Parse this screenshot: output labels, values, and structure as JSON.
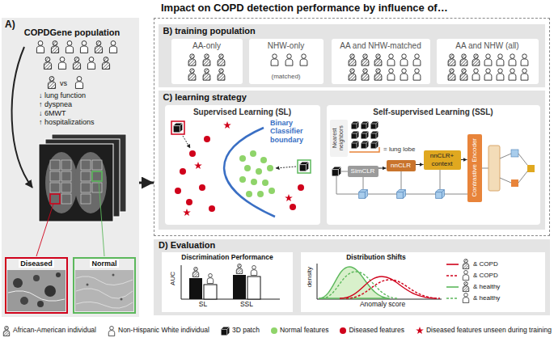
{
  "diagram": {
    "nodes": [
      {
        "text": [
          "A)",
          "COPDGene population"
        ]
      },
      {
        "text": [
          "Diseased"
        ],
        "in": 0
      },
      {
        "text": [
          "Normal"
        ],
        "in": 0
      },
      {
        "text": [
          "Impact on COPD detection performance by influence of…"
        ]
      },
      {
        "text": [
          "B) training population"
        ],
        "in": 3
      },
      {
        "text": [
          "AA-only"
        ],
        "in": 4
      },
      {
        "text": [
          "NHW-only",
          "(matched)"
        ],
        "in": 4
      },
      {
        "text": [
          "AA and NHW-matched"
        ],
        "in": 4
      },
      {
        "text": [
          "AA and NHW (all)"
        ],
        "in": 4
      },
      {
        "text": [
          "C) learning strategy"
        ],
        "in": 3
      },
      {
        "text": [
          "Supervised Learning (SL)"
        ],
        "in": 9
      },
      {
        "text": [
          "Self-supervised Learning (SSL)"
        ],
        "in": 9
      },
      {
        "text": [
          "Nearest neighbors"
        ],
        "in": 11
      },
      {
        "text": [
          "SimCLR"
        ],
        "in": 11
      },
      {
        "text": [
          "nnCLR"
        ],
        "in": 11
      },
      {
        "text": [
          "nnCLR+ context"
        ],
        "in": 11
      },
      {
        "text": [
          "Contrastive Encoder"
        ],
        "in": 11
      },
      {
        "text": [
          "D) Evaluation"
        ]
      }
    ],
    "edges": [
      {
        "from": 0,
        "to": 3,
        "arrow": "to"
      },
      {
        "from": 13,
        "to": 14,
        "arrow": "to"
      },
      {
        "from": 14,
        "to": 15,
        "arrow": "to"
      },
      {
        "from": 15,
        "to": 16,
        "arrow": "to"
      }
    ],
    "labels": [
      "vs",
      "↓ lung function",
      "↑ dyspnea",
      "↓ 6MWT",
      "↑ hospitalizations",
      "Binary Classifier boundary",
      "= lung lobe",
      "Discrimination Performance",
      "AUC",
      "SL",
      "SSL",
      "Distribution Shifts",
      "density",
      "Anomaly score"
    ],
    "legend": [
      {
        "text": "& COPD"
      },
      {
        "text": "& COPD"
      },
      {
        "text": "& healthy"
      },
      {
        "text": "& healthy"
      },
      {
        "text": "African-American individual"
      },
      {
        "text": "Non-Hispanic White individual"
      },
      {
        "text": "3D patch"
      },
      {
        "text": "Normal features",
        "color": "#8fd46a"
      },
      {
        "text": "Diseased features",
        "color": "#d0021b"
      },
      {
        "text": "Diseased features unseen during training"
      }
    ]
  }
}
